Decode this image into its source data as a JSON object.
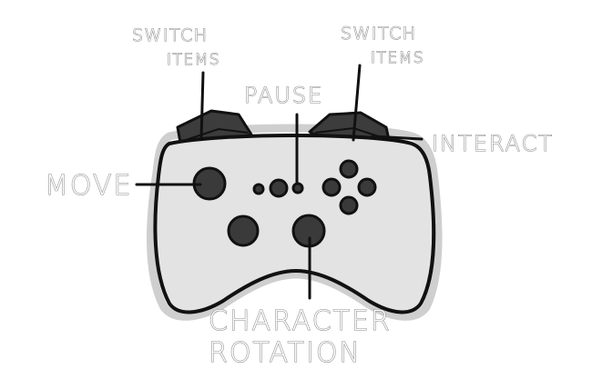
{
  "labels": {
    "switch_items_left_line1": "SWITCH",
    "switch_items_left_line2": "ITEMS",
    "switch_items_right_line1": "SWITCH",
    "switch_items_right_line2": "ITEMS",
    "pause": "PAUSE",
    "interact": "INTERACT",
    "move": "MOVE",
    "character_rotation_line1": "CHARACTER",
    "character_rotation_line2": "ROTATION"
  },
  "colors": {
    "controller_body": "#e3e3e3",
    "outline": "#111111",
    "buttons": "#3a3a3a",
    "label_text": "#ffffff"
  }
}
